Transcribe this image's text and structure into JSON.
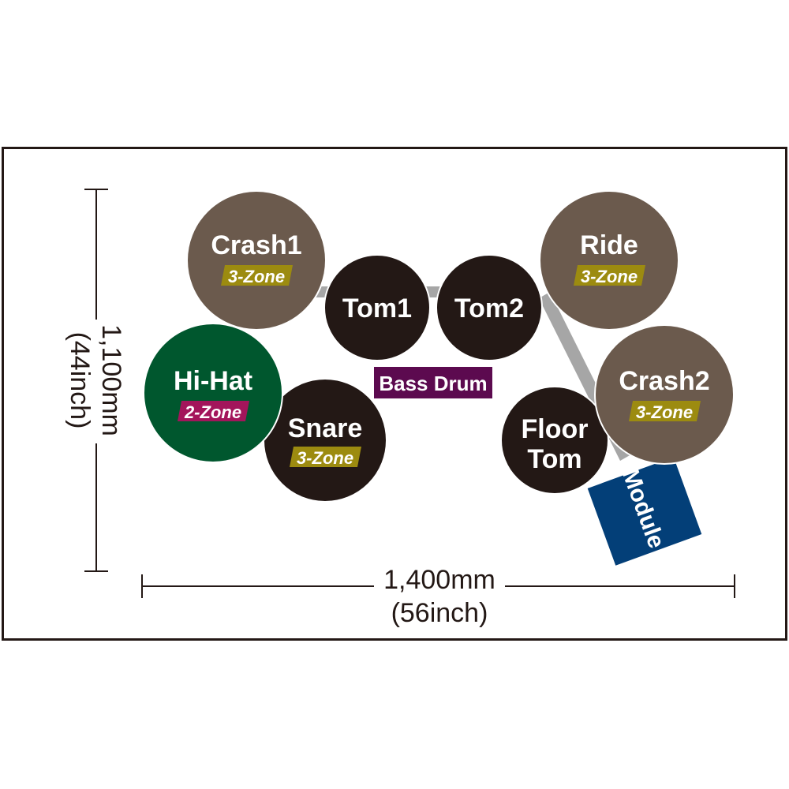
{
  "dimensions": {
    "depth_mm": "1,100mm",
    "depth_inch": "(44inch)",
    "width_mm": "1,400mm",
    "width_inch": "(56inch)"
  },
  "pads": {
    "crash1": {
      "name": "Crash1",
      "zone": "3-Zone"
    },
    "tom1": {
      "name": "Tom1"
    },
    "tom2": {
      "name": "Tom2"
    },
    "ride": {
      "name": "Ride",
      "zone": "3-Zone"
    },
    "hihat": {
      "name": "Hi-Hat",
      "zone": "2-Zone"
    },
    "snare": {
      "name": "Snare",
      "zone": "3-Zone"
    },
    "crash2": {
      "name": "Crash2",
      "zone": "3-Zone"
    },
    "floor_tom": {
      "name_line1": "Floor",
      "name_line2": "Tom"
    },
    "bass_drum": {
      "name": "Bass Drum"
    },
    "module": {
      "name": "Module"
    }
  },
  "colors": {
    "cymbal": "#6b5a4d",
    "drum": "#231815",
    "hihat": "#00572e",
    "zone3": "#9c8b10",
    "zone2": "#a3155b",
    "bass": "#5c0a4f",
    "module": "#033f78",
    "rack": "#a6a6a6"
  }
}
